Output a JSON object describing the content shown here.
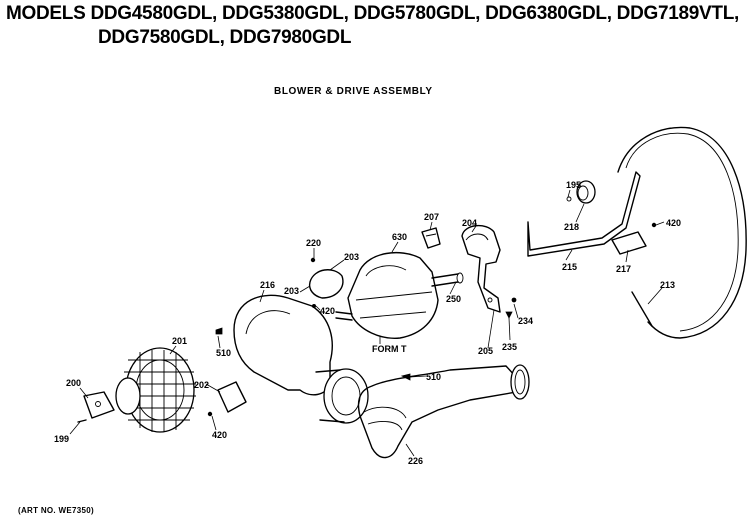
{
  "header": {
    "models_line1": "MODELS DDG4580GDL, DDG5380GDL, DDG5780GDL, DDG6380GDL, DDG7189VTL,",
    "models_line2": "DDG7580GDL, DDG7980GDL"
  },
  "subtitle": "BLOWER & DRIVE ASSEMBLY",
  "art_number": "(ART NO. WE7350)",
  "callouts": {
    "c195": "195",
    "c218": "218",
    "c420a": "420",
    "c215": "215",
    "c217": "217",
    "c213": "213",
    "c207": "207",
    "c204": "204",
    "c630": "630",
    "c220": "220",
    "c203a": "203",
    "c203b": "203",
    "c420b": "420",
    "c250": "250",
    "c234": "234",
    "c235": "235",
    "c205": "205",
    "form": "FORM T",
    "c216": "216",
    "c510a": "510",
    "c201": "201",
    "c200": "200",
    "c202": "202",
    "c199": "199",
    "c420c": "420",
    "c510b": "510",
    "c226": "226"
  }
}
